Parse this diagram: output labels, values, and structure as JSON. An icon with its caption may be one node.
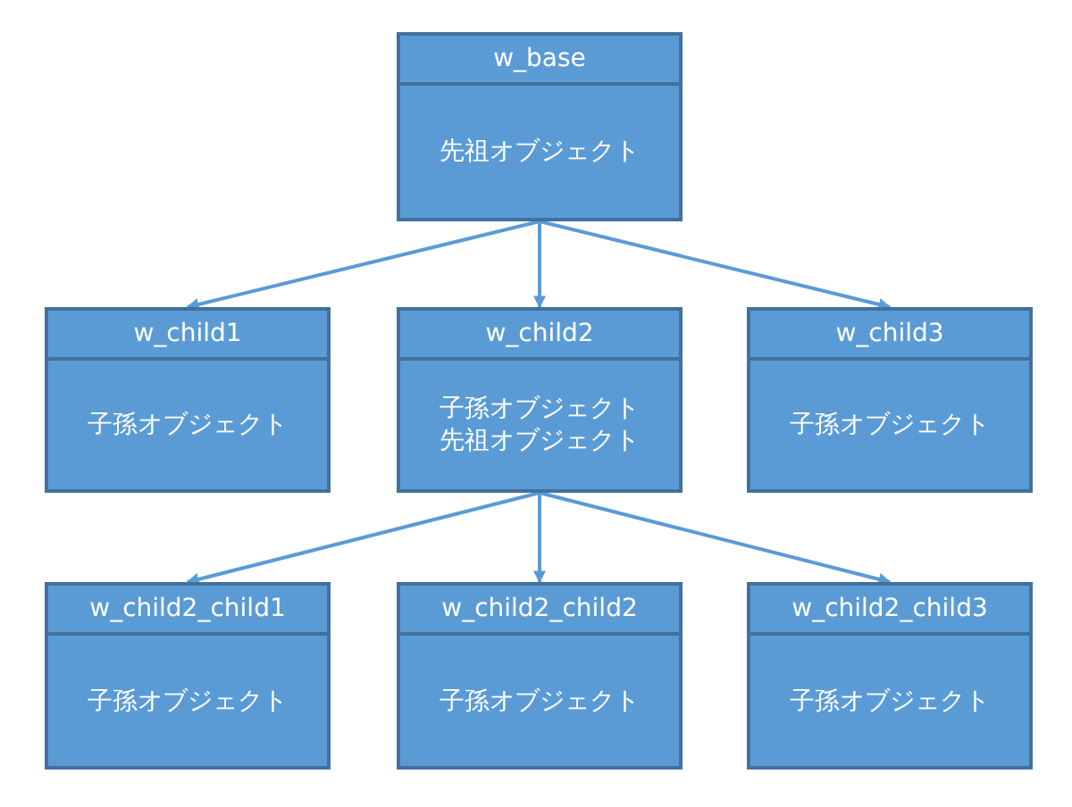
{
  "diagram": {
    "nodes": [
      {
        "text": [
          "w_base",
          "先祖オブジェクト"
        ]
      },
      {
        "text": [
          "w_child1",
          "子孫オブジェクト"
        ]
      },
      {
        "text": [
          "w_child2",
          "子孫オブジェクト",
          "先祖オブジェクト"
        ]
      },
      {
        "text": [
          "w_child3",
          "子孫オブジェクト"
        ]
      },
      {
        "text": [
          "w_child2_child1",
          "子孫オブジェクト"
        ]
      },
      {
        "text": [
          "w_child2_child2",
          "子孫オブジェクト"
        ]
      },
      {
        "text": [
          "w_child2_child3",
          "子孫オブジェクト"
        ]
      }
    ],
    "edges": [
      {
        "from": 0,
        "to": 1,
        "arrow": "to"
      },
      {
        "from": 0,
        "to": 2,
        "arrow": "to"
      },
      {
        "from": 0,
        "to": 3,
        "arrow": "to"
      },
      {
        "from": 2,
        "to": 4,
        "arrow": "to"
      },
      {
        "from": 2,
        "to": 5,
        "arrow": "to"
      },
      {
        "from": 2,
        "to": 6,
        "arrow": "to"
      }
    ]
  }
}
